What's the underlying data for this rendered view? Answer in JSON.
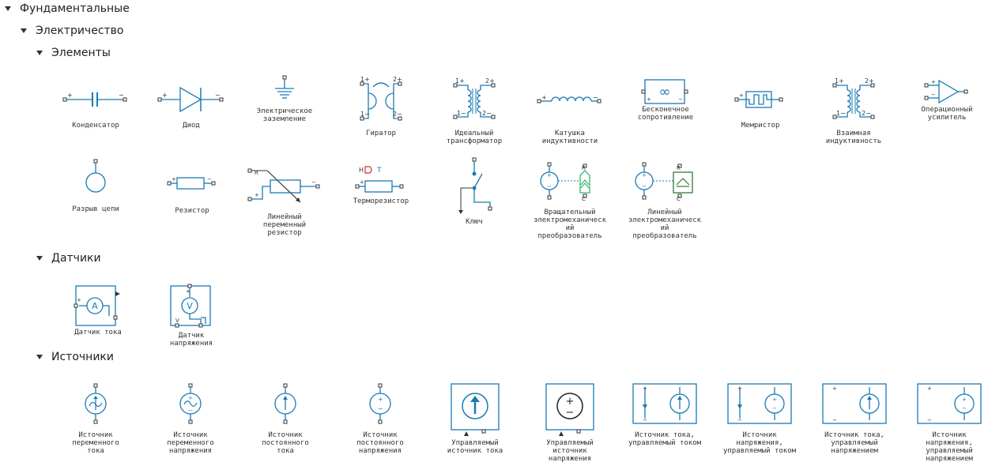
{
  "tree": {
    "root": "Фундаментальные",
    "electricity": "Электричество",
    "elements": "Элементы",
    "sensors": "Датчики",
    "sources": "Источники"
  },
  "elements": {
    "capacitor": "Конденсатор",
    "diode": "Диод",
    "ground": "Электрическое\nзаземление",
    "gyrator": "Гиратор",
    "ideal_transformer": "Идеальный\nтрансформатор",
    "inductor": "Катушка\nиндуктивности",
    "infinite_resistance": "Бесконечное\nсопротивление",
    "memristor": "Мемристор",
    "mutual_inductor": "Взаимная\nиндуктивность",
    "opamp": "Операционный\nусилитель",
    "open_circuit": "Разрыв цепи",
    "resistor": "Резистор",
    "variable_resistor": "Линейный\nпеременный\nрезистор",
    "thermistor": "Терморезистор",
    "switch": "Ключ",
    "rotational_converter": "Вращательный\nэлектромеханическ\nий\nпреобразователь",
    "linear_converter": "Линейный\nэлектромеханическ\nий\nпреобразователь"
  },
  "sensors": {
    "current_sensor": "Датчик тока",
    "voltage_sensor": "Датчик напряжения"
  },
  "sources": {
    "ac_current": "Источник\nпеременного тока",
    "ac_voltage": "Источник\nпеременного\nнапряжения",
    "dc_current": "Источник\nпостоянного тока",
    "dc_voltage": "Источник\nпостоянного\nнапряжения",
    "controlled_current": "Управляемый\nисточник тока",
    "controlled_voltage": "Управляемый\nисточник\nнапряжения",
    "cccs": "Источник тока,\nуправляемый током",
    "ccvs": "Источник\nнапряжения,\nуправляемый током",
    "vccs": "Источник тока,\nуправляемый\nнапряжением",
    "vcvs": "Источник\nнапряжения,\nуправляемый\nнапряжением"
  },
  "glyphs": {
    "plus": "+",
    "minus": "−",
    "ammeter": "A",
    "voltmeter": "V",
    "infinity": "∞",
    "port_1plus": "1+",
    "port_1minus": "1−",
    "port_2plus": "2+",
    "port_2minus": "2−",
    "port_r": "R",
    "port_c": "C",
    "port_h": "H",
    "port_t": "T",
    "port_v": "V"
  },
  "colors": {
    "symbol": "#1a7ab5",
    "pin": "#333333",
    "mech_green": "#3cb371",
    "mech_dark_green": "#2e7d32",
    "thermal_red": "#d32f2f"
  }
}
